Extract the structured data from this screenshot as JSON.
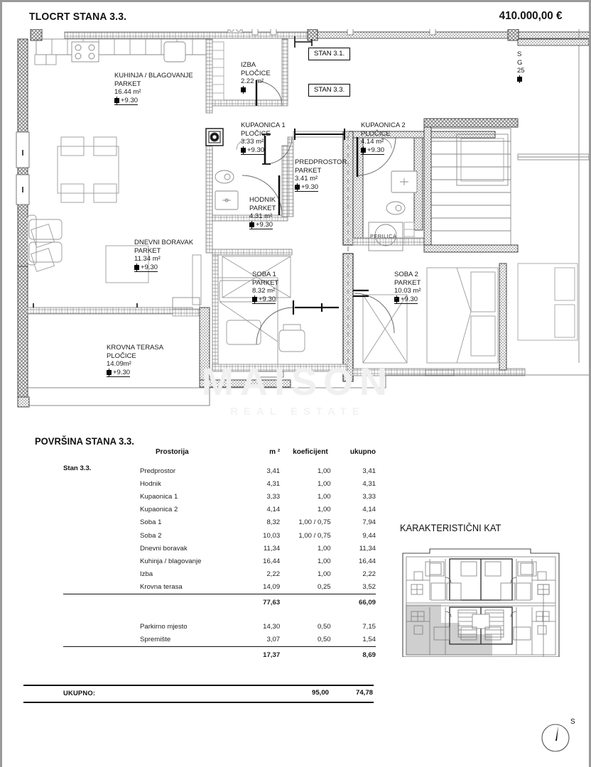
{
  "header": {
    "title": "TLOCRT STANA 3.3.",
    "price": "410.000,00 €"
  },
  "watermark": {
    "main": "MAISON",
    "sub": "REAL ESTATE"
  },
  "plan": {
    "unit_tags": [
      {
        "label": "STAN 3.1."
      },
      {
        "label": "STAN 3.3."
      }
    ],
    "partial_right_label": {
      "line1": "S",
      "line2": "G",
      "line3": "25"
    },
    "appliance_label": "PERILICA",
    "rooms": [
      {
        "name": "KUHINJA / BLAGOVANJE",
        "finish": "PARKET",
        "area": "16.44 m²",
        "level": "+9.30"
      },
      {
        "name": "IZBA",
        "finish": "PLOČICE",
        "area": "2.22 m²",
        "level": ""
      },
      {
        "name": "KUPAONICA 1",
        "finish": "PLOČICE",
        "area": "3.33 m²",
        "level": "+9.30"
      },
      {
        "name": "KUPAONICA 2",
        "finish": "PLOČICE",
        "area": "4.14 m²",
        "level": "+9.30"
      },
      {
        "name": "PREDPROSTOR",
        "finish": "PARKET",
        "area": "3.41 m²",
        "level": "+9.30"
      },
      {
        "name": "HODNIK",
        "finish": "PARKET",
        "area": "4.31 m²",
        "level": "+9.30"
      },
      {
        "name": "DNEVNI BORAVAK",
        "finish": "PARKET",
        "area": "11.34 m²",
        "level": "+9.30"
      },
      {
        "name": "SOBA 1",
        "finish": "PARKET",
        "area": "8.32 m²",
        "level": "+9.30"
      },
      {
        "name": "SOBA 2",
        "finish": "PARKET",
        "area": "10.03 m²",
        "level": "+9.30"
      },
      {
        "name": "KROVNA TERASA",
        "finish": "PLOČICE",
        "area": "14.09m²",
        "level": "+9.30"
      }
    ]
  },
  "surface_section": {
    "title": "POVRŠINA STANA 3.3.",
    "unit_caption": "Stan 3.3.",
    "columns": {
      "room": "Prostorija",
      "m2": "m ²",
      "coefficient": "koeficijent",
      "total": "ukupno"
    },
    "rows": [
      {
        "room": "Predprostor",
        "m2": "3,41",
        "coefficient": "1,00",
        "total": "3,41"
      },
      {
        "room": "Hodnik",
        "m2": "4,31",
        "coefficient": "1,00",
        "total": "4,31"
      },
      {
        "room": "Kupaonica 1",
        "m2": "3,33",
        "coefficient": "1,00",
        "total": "3,33"
      },
      {
        "room": "Kupaonica 2",
        "m2": "4,14",
        "coefficient": "1,00",
        "total": "4,14"
      },
      {
        "room": "Soba 1",
        "m2": "8,32",
        "coefficient": "1,00 / 0,75",
        "total": "7,94"
      },
      {
        "room": "Soba 2",
        "m2": "10,03",
        "coefficient": "1,00 / 0,75",
        "total": "9,44"
      },
      {
        "room": "Dnevni boravak",
        "m2": "11,34",
        "coefficient": "1,00",
        "total": "11,34"
      },
      {
        "room": "Kuhinja / blagovanje",
        "m2": "16,44",
        "coefficient": "1,00",
        "total": "16,44"
      },
      {
        "room": "Izba",
        "m2": "2,22",
        "coefficient": "1,00",
        "total": "2,22"
      },
      {
        "room": "Krovna terasa",
        "m2": "14,09",
        "coefficient": "0,25",
        "total": "3,52"
      }
    ],
    "subtotal": {
      "m2": "77,63",
      "total": "66,09"
    },
    "extra_rows": [
      {
        "room": "Parkirno mjesto",
        "m2": "14,30",
        "coefficient": "0,50",
        "total": "7,15"
      },
      {
        "room": "Spremište",
        "m2": "3,07",
        "coefficient": "0,50",
        "total": "1,54"
      }
    ],
    "extra_subtotal": {
      "m2": "17,37",
      "total": "8,69"
    },
    "grand_total": {
      "label": "UKUPNO:",
      "m2": "95,00",
      "total": "74,78"
    }
  },
  "typical_floor": {
    "title": "KARAKTERISTIČNI KAT"
  },
  "compass": {
    "north_label": "S"
  },
  "colors": {
    "ink": "#111111",
    "wall": "#1a1a1a",
    "hatch": "#8d8d8d",
    "furniture": "#9a9a9a",
    "highlight": "#cfcfcf",
    "watermark": "#f0f0f0"
  }
}
